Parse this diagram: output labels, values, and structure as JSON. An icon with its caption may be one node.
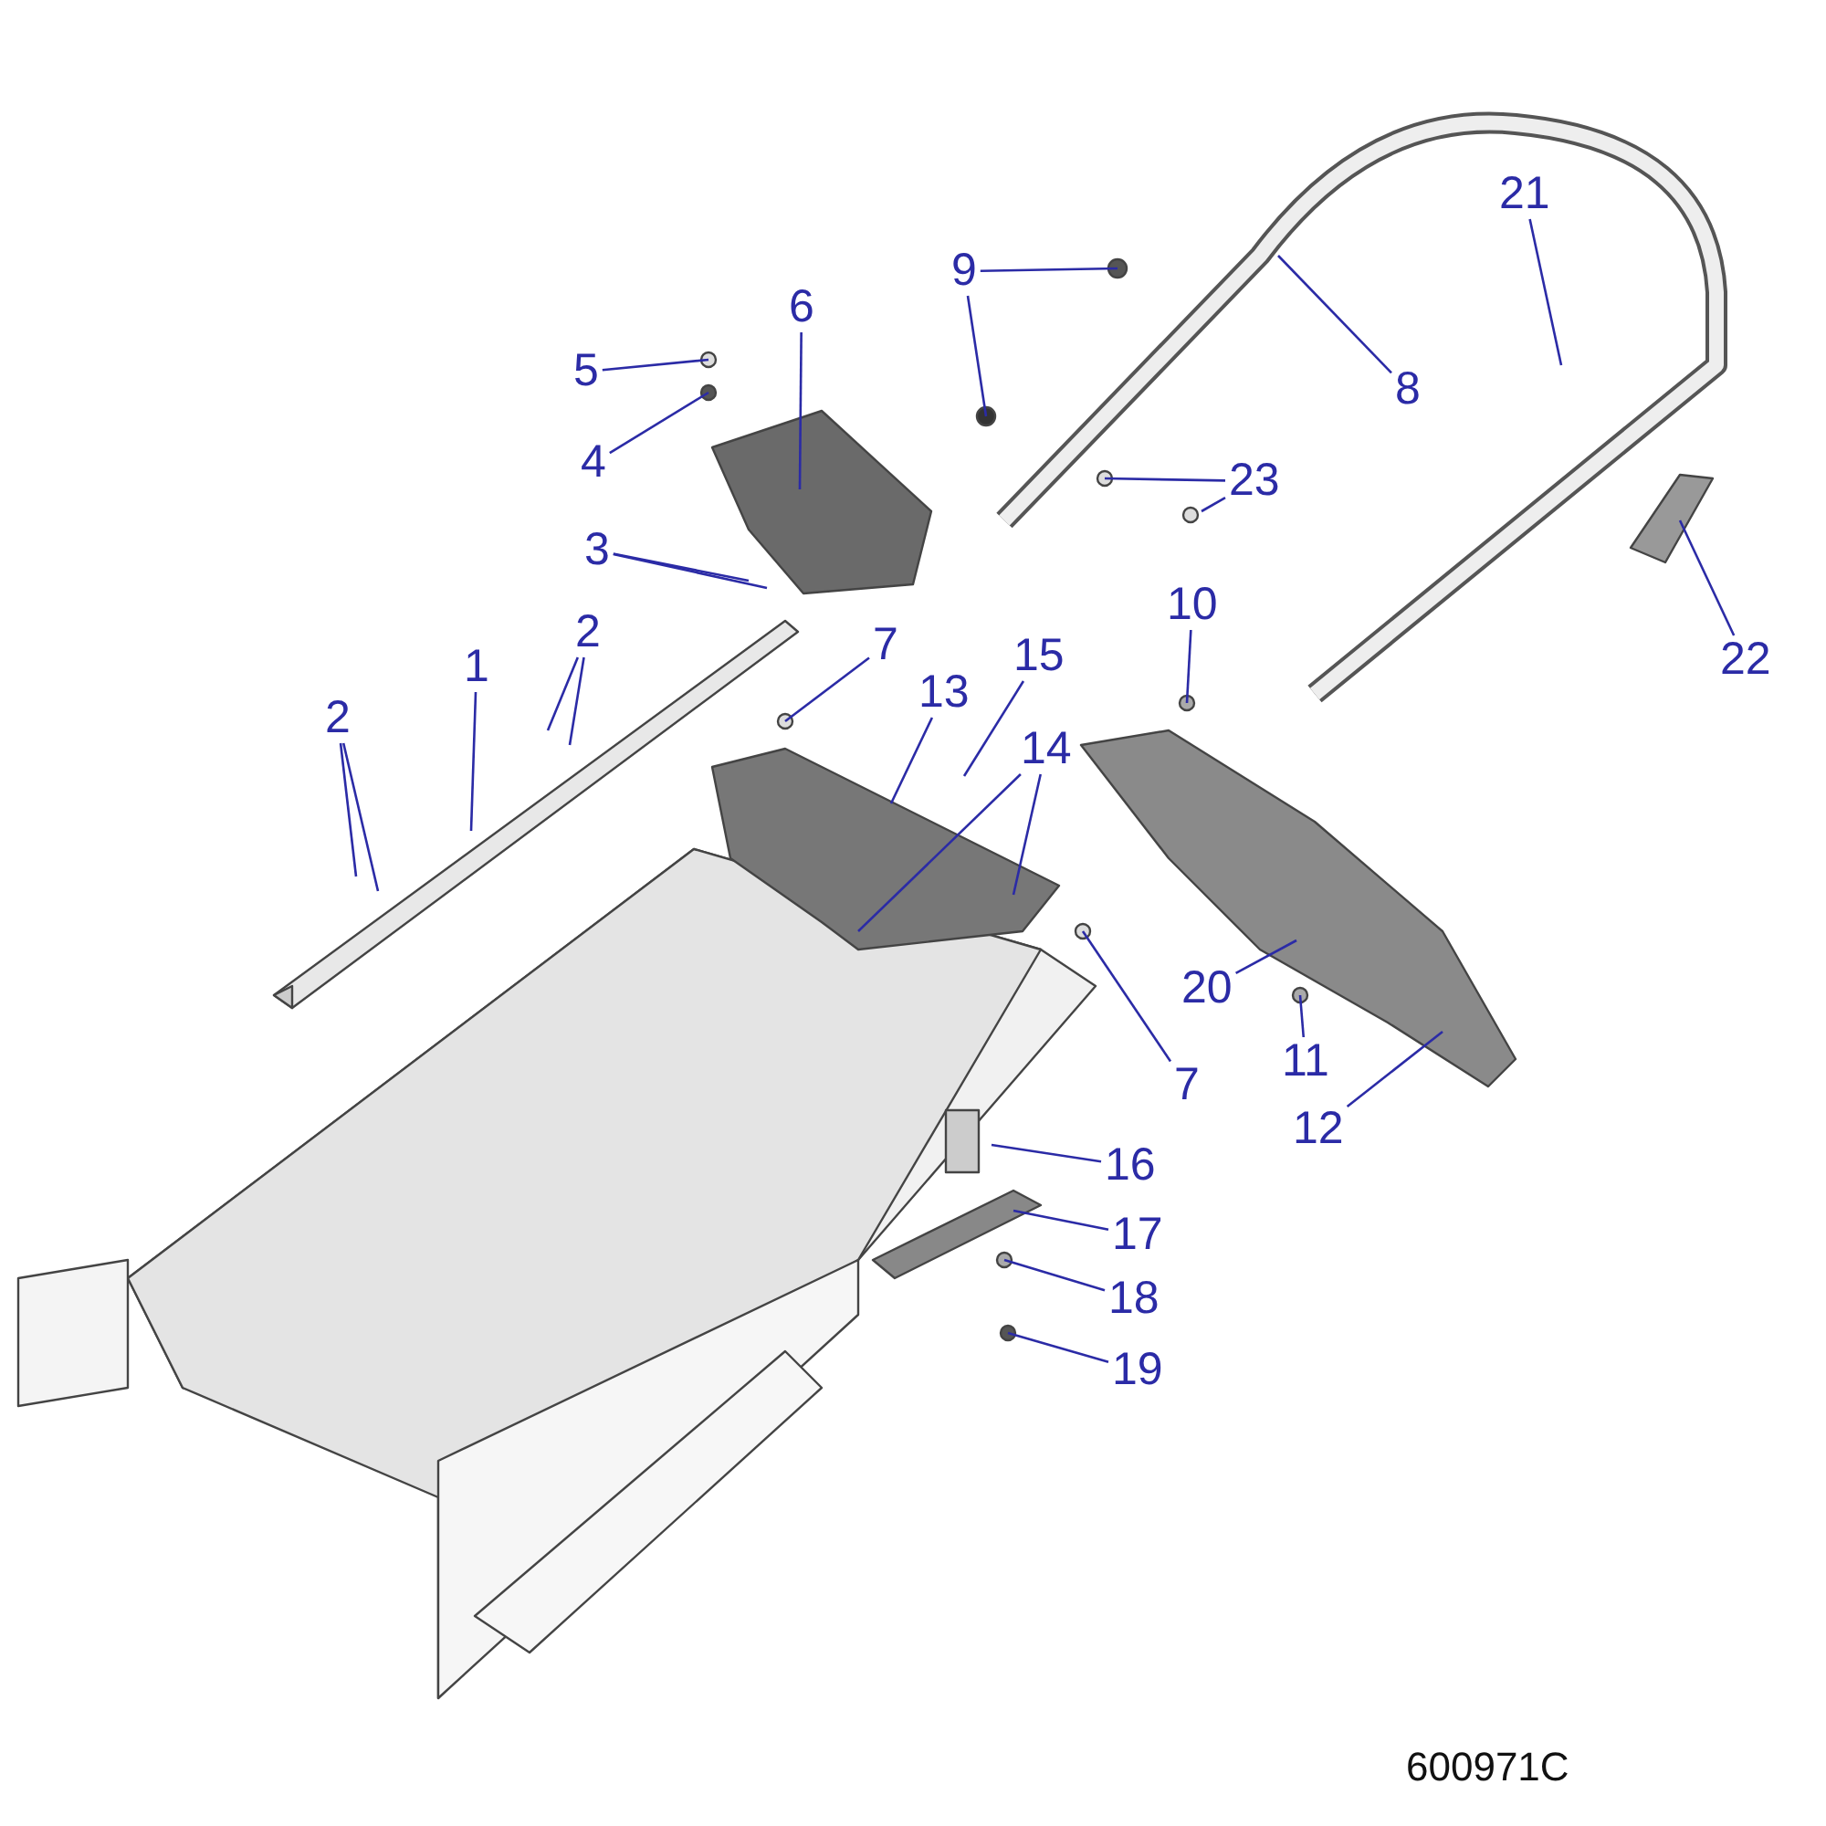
{
  "diagram": {
    "nodes": [
      {
        "text": [
          "1"
        ]
      },
      {
        "text": [
          "2"
        ]
      },
      {
        "text": [
          "2"
        ]
      },
      {
        "text": [
          "3"
        ]
      },
      {
        "text": [
          "4"
        ]
      },
      {
        "text": [
          "5"
        ]
      },
      {
        "text": [
          "6"
        ]
      },
      {
        "text": [
          "7"
        ]
      },
      {
        "text": [
          "8"
        ]
      },
      {
        "text": [
          "9"
        ]
      },
      {
        "text": [
          "10"
        ]
      },
      {
        "text": [
          "11"
        ]
      },
      {
        "text": [
          "12"
        ]
      },
      {
        "text": [
          "13"
        ]
      },
      {
        "text": [
          "14"
        ]
      },
      {
        "text": [
          "15"
        ]
      },
      {
        "text": [
          "16"
        ]
      },
      {
        "text": [
          "17"
        ]
      },
      {
        "text": [
          "18"
        ]
      },
      {
        "text": [
          "19"
        ]
      },
      {
        "text": [
          "20"
        ]
      },
      {
        "text": [
          "21"
        ]
      },
      {
        "text": [
          "22"
        ]
      },
      {
        "text": [
          "23"
        ]
      },
      {
        "text": [
          "7"
        ]
      }
    ],
    "edges": [
      {
        "from": 0,
        "to": null,
        "arrow": "none"
      },
      {
        "from": 1,
        "to": null,
        "arrow": "none"
      },
      {
        "from": 1,
        "to": null,
        "arrow": "none"
      },
      {
        "from": 2,
        "to": null,
        "arrow": "none"
      },
      {
        "from": 2,
        "to": null,
        "arrow": "none"
      },
      {
        "from": 3,
        "to": null,
        "arrow": "none"
      },
      {
        "from": 3,
        "to": null,
        "arrow": "none"
      },
      {
        "from": 4,
        "to": null,
        "arrow": "none"
      },
      {
        "from": 5,
        "to": null,
        "arrow": "none"
      },
      {
        "from": 6,
        "to": null,
        "arrow": "none"
      },
      {
        "from": 7,
        "to": null,
        "arrow": "none"
      },
      {
        "from": 8,
        "to": null,
        "arrow": "none"
      },
      {
        "from": 9,
        "to": null,
        "arrow": "none"
      },
      {
        "from": 9,
        "to": null,
        "arrow": "none"
      },
      {
        "from": 10,
        "to": null,
        "arrow": "none"
      },
      {
        "from": 11,
        "to": null,
        "arrow": "none"
      },
      {
        "from": 12,
        "to": null,
        "arrow": "none"
      },
      {
        "from": 13,
        "to": null,
        "arrow": "none"
      },
      {
        "from": 14,
        "to": null,
        "arrow": "none"
      },
      {
        "from": 14,
        "to": null,
        "arrow": "none"
      },
      {
        "from": 15,
        "to": null,
        "arrow": "none"
      },
      {
        "from": 16,
        "to": null,
        "arrow": "none"
      },
      {
        "from": 17,
        "to": null,
        "arrow": "none"
      },
      {
        "from": 18,
        "to": null,
        "arrow": "none"
      },
      {
        "from": 19,
        "to": null,
        "arrow": "none"
      },
      {
        "from": 20,
        "to": null,
        "arrow": "none"
      },
      {
        "from": 21,
        "to": null,
        "arrow": "none"
      },
      {
        "from": 22,
        "to": null,
        "arrow": "none"
      },
      {
        "from": 23,
        "to": null,
        "arrow": "none"
      },
      {
        "from": 23,
        "to": null,
        "arrow": "none"
      },
      {
        "from": 24,
        "to": null,
        "arrow": "none"
      }
    ],
    "labels": [
      "600971C"
    ]
  }
}
